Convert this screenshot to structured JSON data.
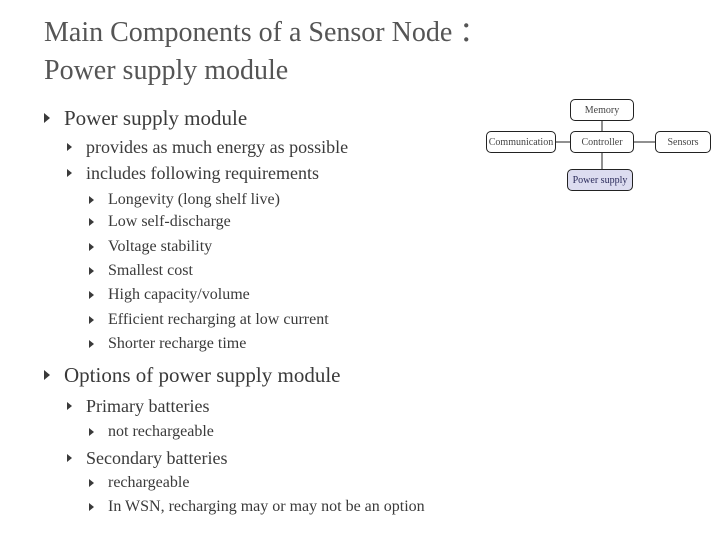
{
  "title": {
    "line1": "Main Components of a Sensor Node ：",
    "line2": "Power supply module"
  },
  "content": {
    "sections": [
      {
        "heading": "Power supply module",
        "items": [
          "provides as much energy as possible",
          "includes following requirements"
        ],
        "requirements": [
          "Longevity (long shelf live)",
          "Low self-discharge",
          "Voltage stability",
          "Smallest cost",
          "High capacity/volume",
          "Efficient recharging at low current",
          "Shorter recharge time"
        ]
      },
      {
        "heading": "Options of power supply module",
        "primary": {
          "label": "Primary batteries",
          "notes": [
            "not rechargeable"
          ]
        },
        "secondary": {
          "label": "Secondary batteries",
          "notes": [
            "rechargeable",
            "In WSN, recharging may or may not be an option"
          ]
        }
      }
    ]
  },
  "diagram": {
    "memory": "Memory",
    "communication": "Communication",
    "controller": "Controller",
    "sensors": "Sensors",
    "power_supply": "Power supply",
    "colors": {
      "power_fill": "#dcdcf0",
      "stroke": "#222222"
    }
  }
}
